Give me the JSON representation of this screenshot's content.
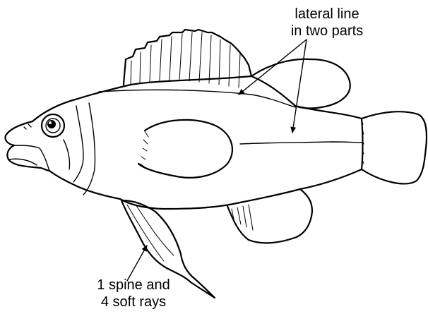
{
  "labels": {
    "lateral_line": [
      "lateral line",
      "in two parts"
    ],
    "pelvic_fin": [
      "1 spine and",
      "4 soft rays"
    ]
  },
  "colors": {
    "ink": "#000000",
    "background": "#ffffff"
  }
}
